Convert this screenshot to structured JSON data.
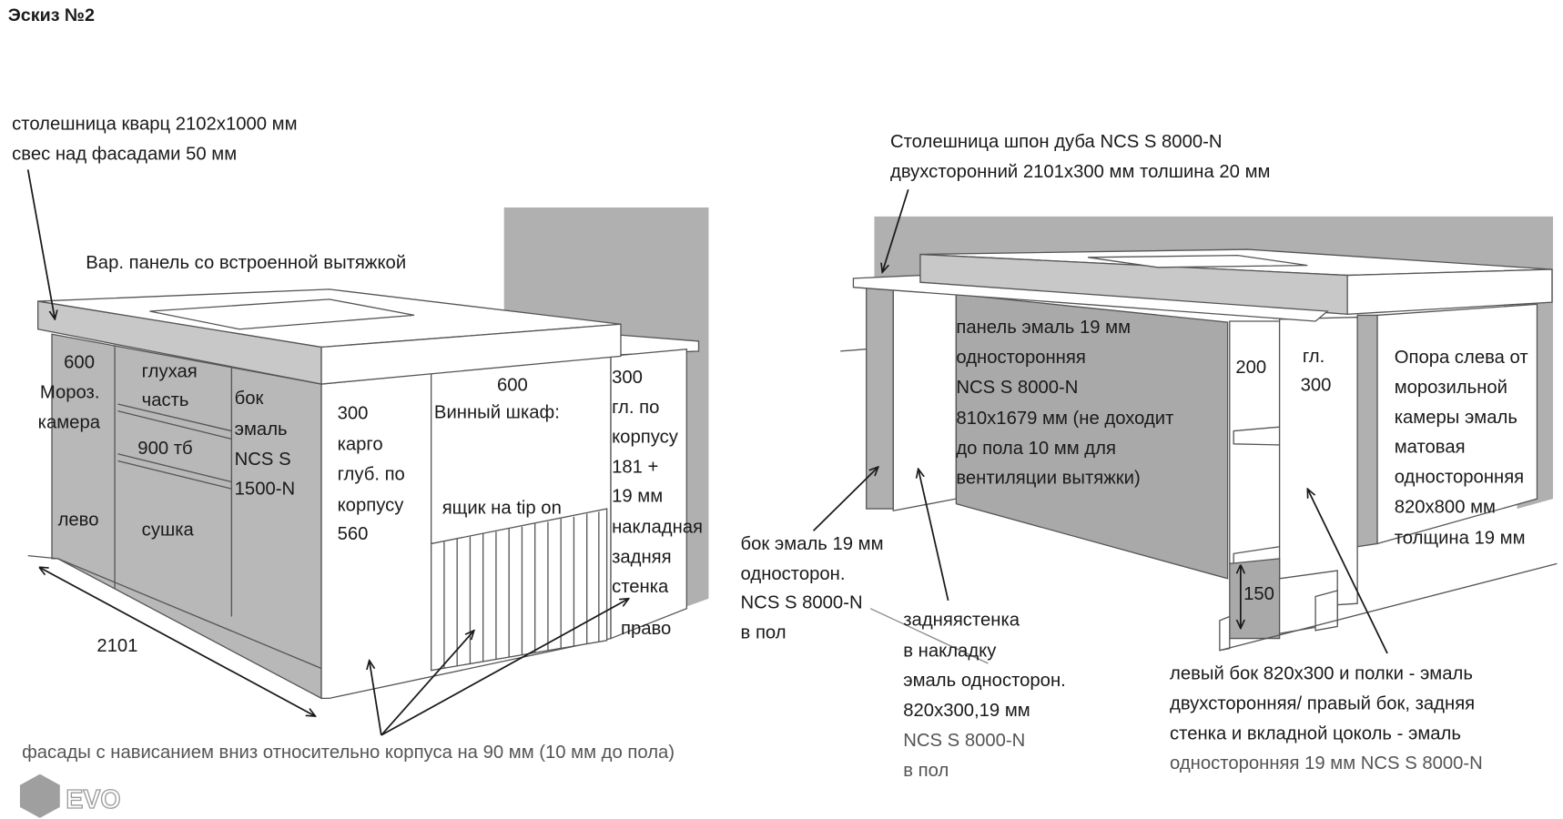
{
  "title": "Эскиз №2",
  "colors": {
    "wall": "#b0b0b0",
    "panel": "#a9a9a9",
    "cabinet": "#b8b8b8",
    "white": "#ffffff",
    "text": "#1a1a1a"
  },
  "left_sketch": {
    "countertop_note": [
      "столешница кварц 2102x1000 мм",
      "свес над фасадами 50 мм"
    ],
    "cooktop_note": "Вар. панель со встроенной вытяжкой",
    "freezer": [
      "600",
      "Мороз.",
      "камера",
      "лево"
    ],
    "blind_part": [
      "глухая",
      "часть"
    ],
    "dishwasher": "900 тб",
    "dryer": "сушка",
    "side_panel": [
      "бок",
      "эмаль",
      "NCS S",
      "1500-N"
    ],
    "cargo": [
      "300",
      "карго",
      "глуб. по",
      "корпусу",
      "560"
    ],
    "wine": [
      "600",
      "Винный шкаф:",
      "ящик на tip on"
    ],
    "right_unit": [
      "300",
      "гл. по",
      "корпусу",
      "181 +",
      "19 мм",
      "накладная",
      "задняя",
      "стенка",
      "право"
    ],
    "length_dim": "2101",
    "facade_note": "фасады с нависанием вниз относительно корпуса на 90 мм (10 мм до пола)"
  },
  "right_sketch": {
    "countertop_note": [
      "Столешница шпон дуба  NCS S 8000-N",
      "двухсторонний 2101x300 мм толшина 20 мм"
    ],
    "panel_note": [
      "панель эмаль 19 мм",
      "односторонняя",
      "NCS S 8000-N",
      "810x1679 мм (не доходит",
      "до пола 10 мм для",
      "вентиляции вытяжки)"
    ],
    "shelf_width": "200",
    "shelf_depth": [
      "гл.",
      "300"
    ],
    "support_note": [
      "Опора слева от",
      "морозильной",
      "камеры эмаль",
      "матовая",
      "односторонняя",
      "820x800 мм",
      "толщина 19 мм"
    ],
    "side_note": [
      "бок эмаль 19 мм",
      "односторон.",
      "NCS S 8000-N",
      "в пол"
    ],
    "back_note": [
      "задняястенка",
      "в накладку",
      "эмаль односторон.",
      "820x300,19 мм",
      "NCS S 8000-N",
      "в пол"
    ],
    "plinth_height": "150",
    "shelves_note": [
      "левый бок 820x300  и полки -  эмаль",
      "двухсторонняя/ правый бок, задняя",
      "стенка и вкладной цоколь - эмаль",
      "односторонняя 19 мм NCS S 8000-N"
    ]
  },
  "logo": "EVO"
}
